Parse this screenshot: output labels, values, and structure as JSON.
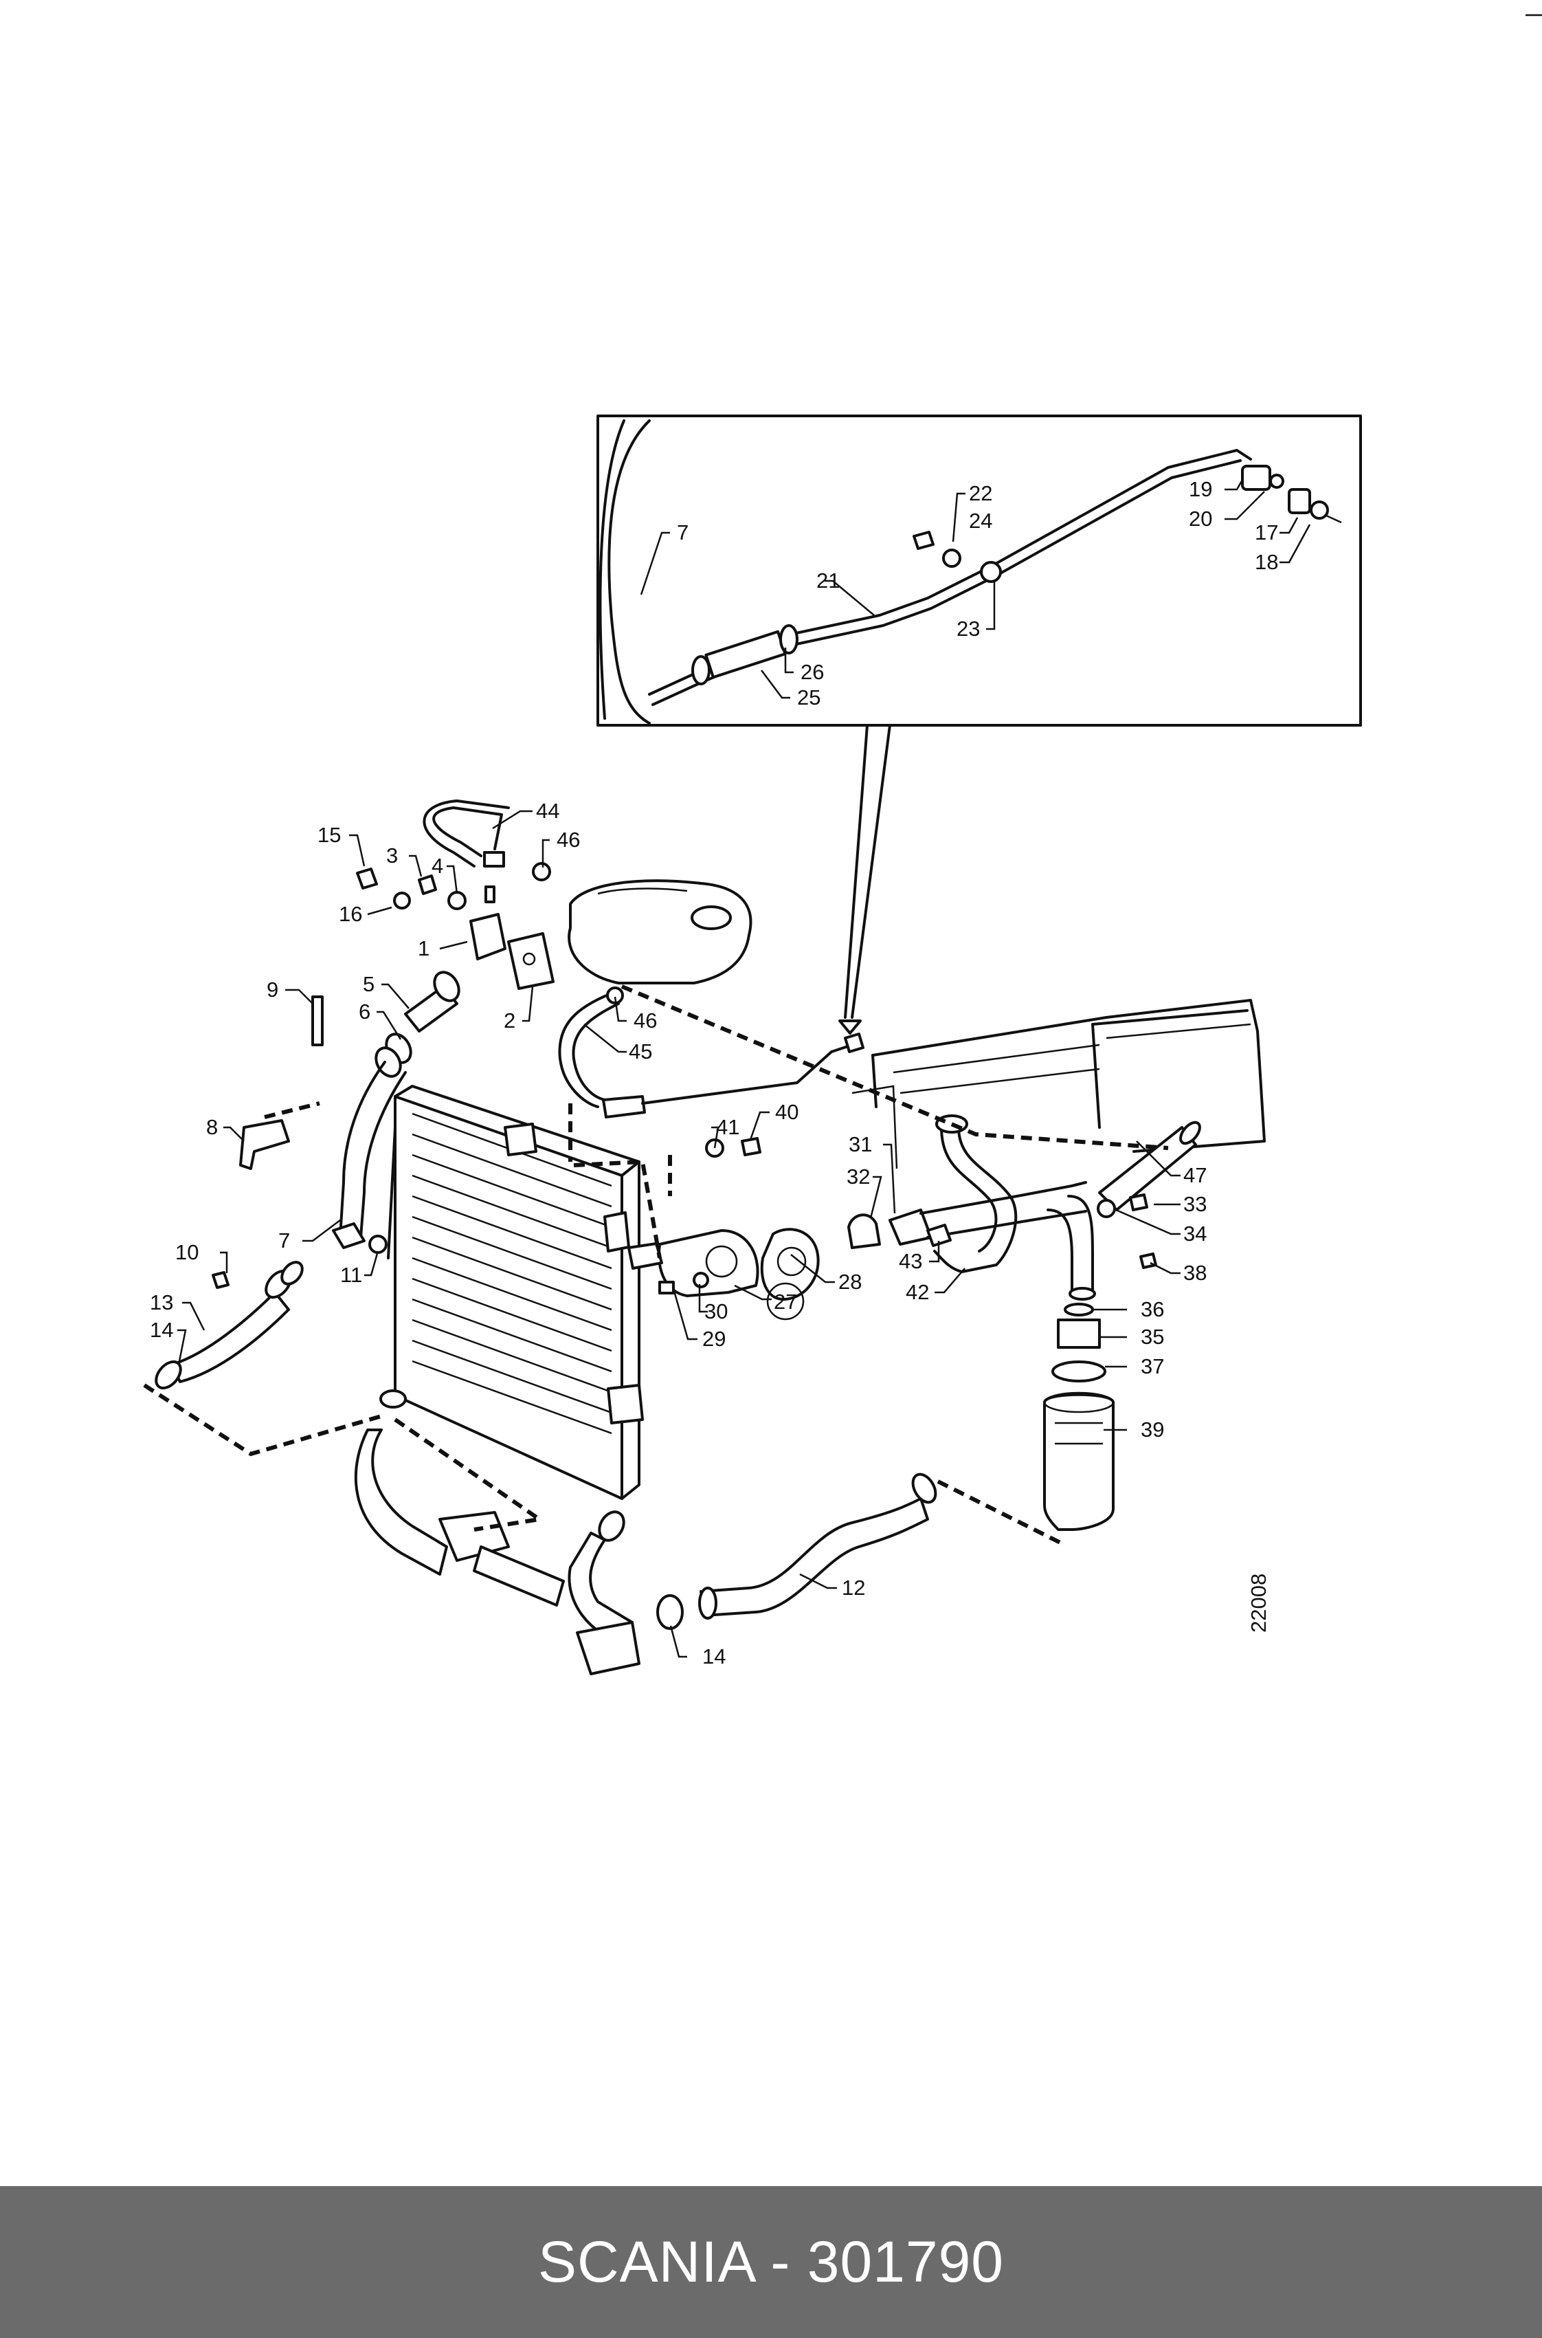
{
  "drawing_number": "22008",
  "footer": {
    "text": "SCANIA - 301790"
  },
  "inset": {
    "labels": [
      "7",
      "22",
      "24",
      "21",
      "19",
      "20",
      "17",
      "18",
      "23",
      "26",
      "25"
    ]
  },
  "main": {
    "labels": [
      "44",
      "46",
      "15",
      "3",
      "4",
      "16",
      "1",
      "2",
      "9",
      "5",
      "6",
      "46",
      "45",
      "8",
      "7",
      "41",
      "40",
      "31",
      "32",
      "47",
      "33",
      "34",
      "10",
      "11",
      "43",
      "38",
      "28",
      "27",
      "30",
      "29",
      "42",
      "36",
      "35",
      "37",
      "13",
      "14",
      "39",
      "12",
      "14"
    ]
  }
}
